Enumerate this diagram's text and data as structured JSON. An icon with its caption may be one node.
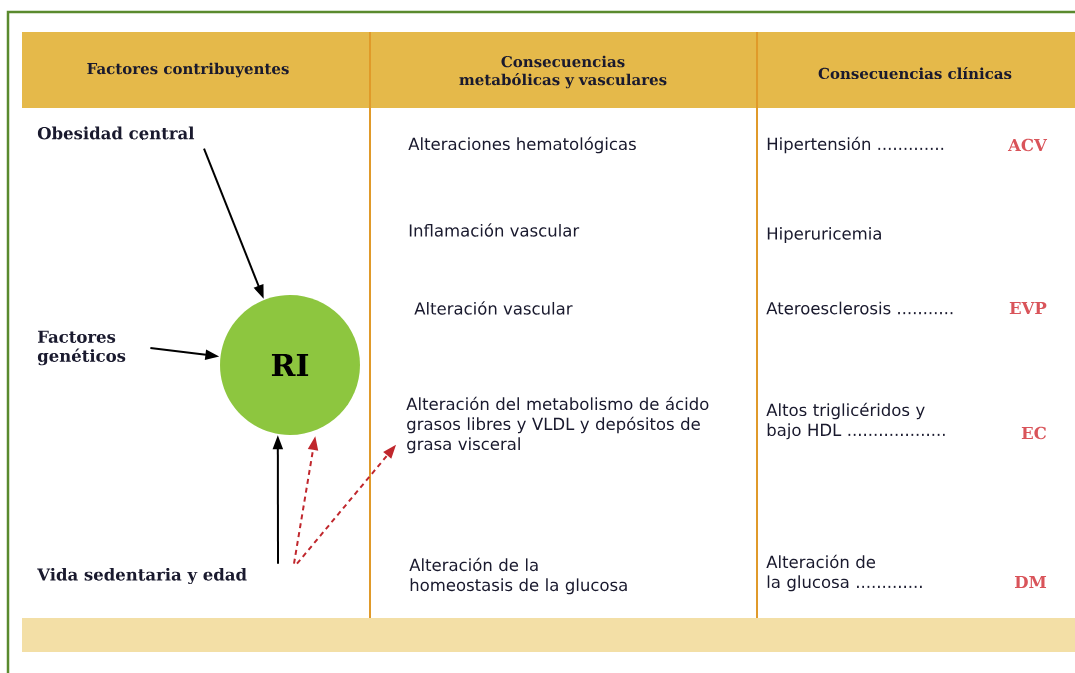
{
  "diagram": {
    "nodes": [
      {
        "text": [
          "Obesidad central"
        ]
      },
      {
        "text": [
          "Factores genéticos"
        ]
      },
      {
        "text": [
          "RI"
        ]
      },
      {
        "text": [
          "Vida sedentaria y edad"
        ]
      },
      {
        "text": [
          "Alteración del metabolismo de ácido grasos libres y VLDL y depósitos de grasa visceral"
        ]
      }
    ],
    "edges": [
      {
        "from": 0,
        "to": 2,
        "arrow": "to"
      },
      {
        "from": 1,
        "to": 2,
        "arrow": "to"
      },
      {
        "from": 3,
        "to": 2,
        "arrow": "to"
      },
      {
        "from": 3,
        "to": 2,
        "arrow": "to",
        "style": "dashed",
        "color": "#c0272d"
      },
      {
        "from": 3,
        "to": 4,
        "arrow": "to",
        "style": "dashed",
        "color": "#c0272d"
      }
    ],
    "labels": [
      "Factores contribuyentes",
      "Consecuencias metabólicas y vasculares",
      "Consecuencias clínicas",
      "Alteraciones hematológicas",
      "Hipertensión .............",
      "ACV",
      "Inflamación vascular",
      "Hiperuricemia",
      "Alteración vascular",
      "Ateroesclerosis ...........",
      "EVP",
      "Altos triglicéridos y bajo HDL ...................",
      "EC",
      "Alteración de la homeostasis de la glucosa",
      "Alteración de la glucosa .............",
      "DM"
    ]
  }
}
